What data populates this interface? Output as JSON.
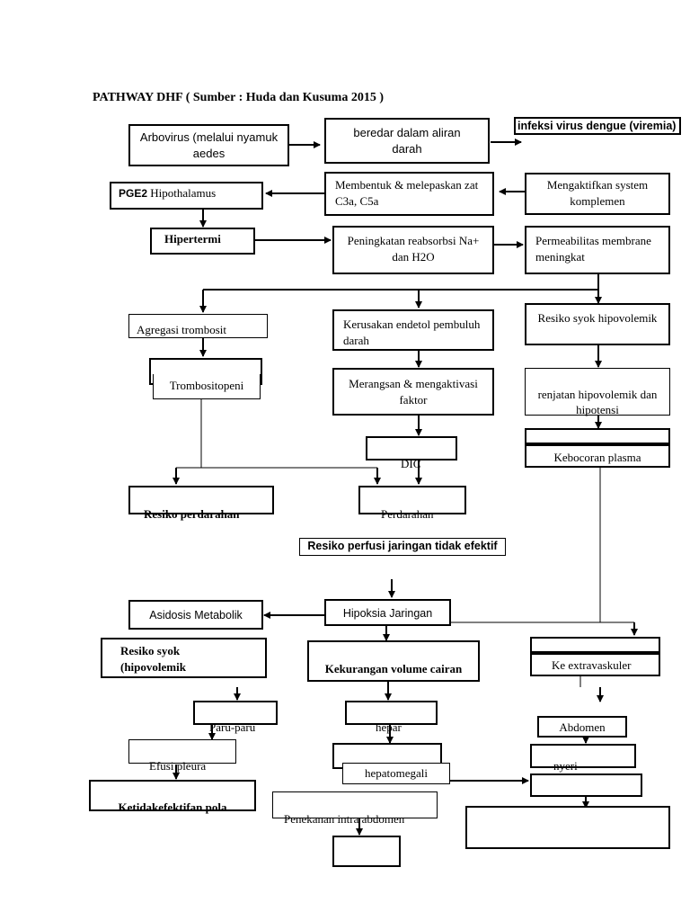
{
  "title": "PATHWAY DHF ( Sumber : Huda dan Kusuma 2015 )",
  "nodes": {
    "arbovirus": "Arbovirus (melalui nyamuk aedes",
    "beredar": "beredar dalam aliran darah",
    "infeksi": "infeksi virus dengue (viremia)",
    "pge2_bold": "PGE2",
    "pge2_rest": " Hipothalamus",
    "membentuk": "Membentuk & melepaskan zat C3a, C5a",
    "mengaktifkan": "Mengaktifkan system komplemen",
    "hipertermi": "Hipertermi",
    "peningkatan": "Peningkatan reabsorbsi Na+ dan H2O",
    "permeabilitas": "Permeabilitas membrane meningkat",
    "agregasi": "Agregasi trombosit",
    "kerusakan": "Kerusakan endetol pembuluh darah",
    "resiko_syok_hipo": "Resiko syok hipovolemik",
    "trombositopeni": "Trombositopeni",
    "merangsan": "Merangsan & mengaktivasi faktor",
    "renjatan": "renjatan hipovolemik dan hipotensi",
    "dic": "DIC",
    "kebocoran": "Kebocoran plasma",
    "resiko_perdarahan": "Resiko perdarahan",
    "perdarahan": "Perdarahan",
    "resiko_perfusi": "Resiko perfusi jaringan tidak efektif",
    "asidosis": "Asidosis Metabolik",
    "hipoksia": "Hipoksia Jaringan",
    "resiko_syok2": "Resiko syok (hipovolemik",
    "kekurangan": "Kekurangan volume cairan",
    "ke_extravaskuler": "Ke extravaskuler",
    "paru": "Paru-paru",
    "hepar": "hepar",
    "abdomen": "Abdomen",
    "efusi": "Efusi pleura",
    "hepatomegali": "hepatomegali",
    "nyeri": "nyeri",
    "ketidakefektifan": "Ketidakefektifan pola",
    "penekanan": "Penekanan intra abdomen"
  }
}
